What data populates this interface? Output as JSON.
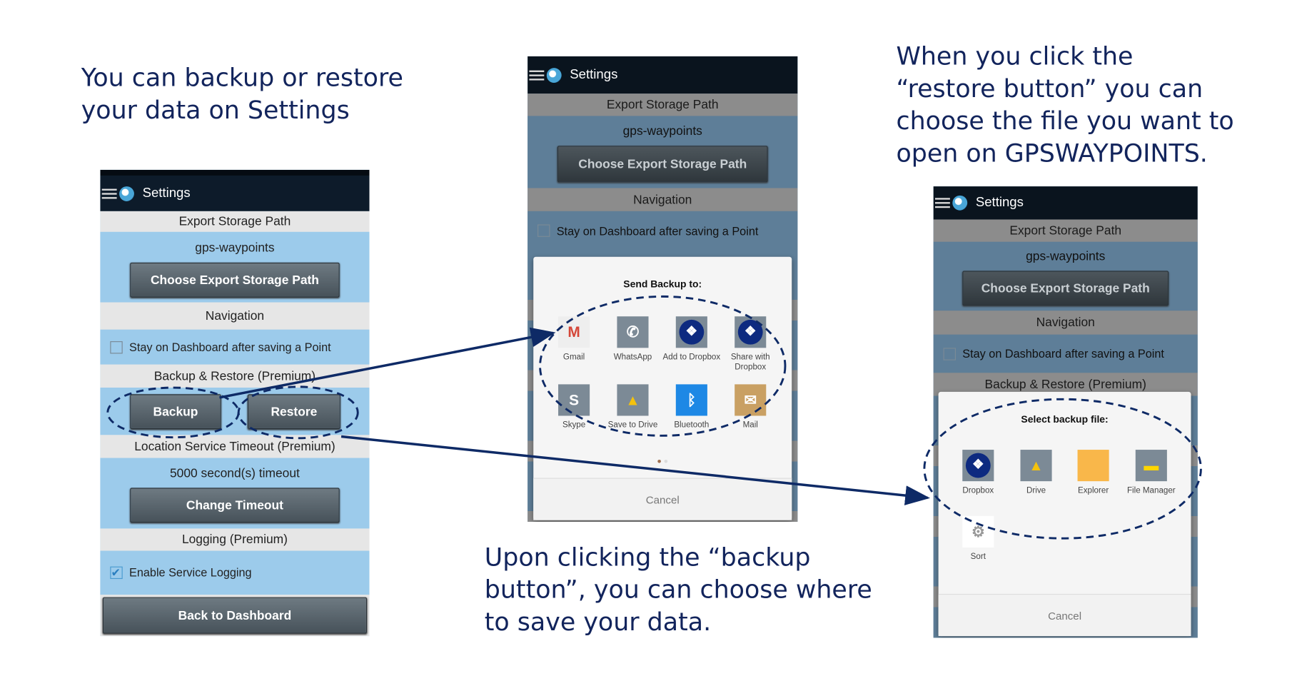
{
  "captions": {
    "left": "You can backup or restore\nyour data on Settings",
    "right": "When you click the\n“restore button” you can\nchoose the file you want to\nopen on GPSWAYPOINTS.",
    "bottom": "Upon clicking the “backup\nbutton”, you can choose where\nto save your data."
  },
  "app": {
    "title": "Settings",
    "export_header": "Export Storage Path",
    "export_path": "gps-waypoints",
    "choose_path_button": "Choose Export Storage Path",
    "navigation_header": "Navigation",
    "stay_on_dashboard": "Stay on Dashboard after saving a Point",
    "backup_header": "Backup & Restore (Premium)",
    "backup_button": "Backup",
    "restore_button": "Restore",
    "timeout_header": "Location Service Timeout (Premium)",
    "timeout_value": "5000 second(s) timeout",
    "change_timeout_button": "Change Timeout",
    "logging_header": "Logging (Premium)",
    "enable_logging": "Enable Service Logging",
    "back_button": "Back to Dashboard"
  },
  "send_dialog": {
    "title": "Send Backup to:",
    "apps": [
      {
        "label": "Gmail",
        "icon": "gmail-icon"
      },
      {
        "label": "WhatsApp",
        "icon": "whatsapp-icon"
      },
      {
        "label": "Add to Dropbox",
        "icon": "dropbox-icon"
      },
      {
        "label": "Share with Dropbox",
        "icon": "dropbox-icon"
      },
      {
        "label": "Skype",
        "icon": "skype-icon"
      },
      {
        "label": "Save to Drive",
        "icon": "drive-icon"
      },
      {
        "label": "Bluetooth",
        "icon": "bluetooth-icon"
      },
      {
        "label": "Mail",
        "icon": "mail-icon"
      }
    ],
    "cancel": "Cancel"
  },
  "select_dialog": {
    "title": "Select backup file:",
    "apps": [
      {
        "label": "Dropbox",
        "icon": "dropbox-icon"
      },
      {
        "label": "Drive",
        "icon": "drive-icon"
      },
      {
        "label": "Explorer",
        "icon": "folder-icon"
      },
      {
        "label": "File Manager",
        "icon": "file-manager-icon"
      },
      {
        "label": "Sort",
        "icon": "gear-icon"
      }
    ],
    "cancel": "Cancel"
  },
  "colors": {
    "caption": "#12245c",
    "arrow": "#0e2a66",
    "topbar": "#0d1b2a",
    "section_blue": "#9ccbeb"
  }
}
